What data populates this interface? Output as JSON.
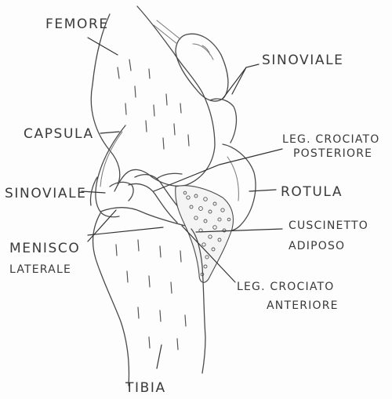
{
  "diagram": {
    "labels": {
      "femore": "FEMORE",
      "sinoviale_top": "SINOVIALE",
      "capsula": "CAPSULA",
      "lcp_line1": "LEG. CROCIATO",
      "lcp_line2": "POSTERIORE",
      "sinoviale_left": "SINOVIALE",
      "rotula": "ROTULA",
      "menisco_line1": "MENISCO",
      "menisco_line2": "LATERALE",
      "cuscinetto_line1": "CUSCINETTO",
      "cuscinetto_line2": "ADIPOSO",
      "lca_line1": "LEG. CROCIATO",
      "lca_line2": "ANTERIORE",
      "tibia": "TIBIA"
    }
  }
}
